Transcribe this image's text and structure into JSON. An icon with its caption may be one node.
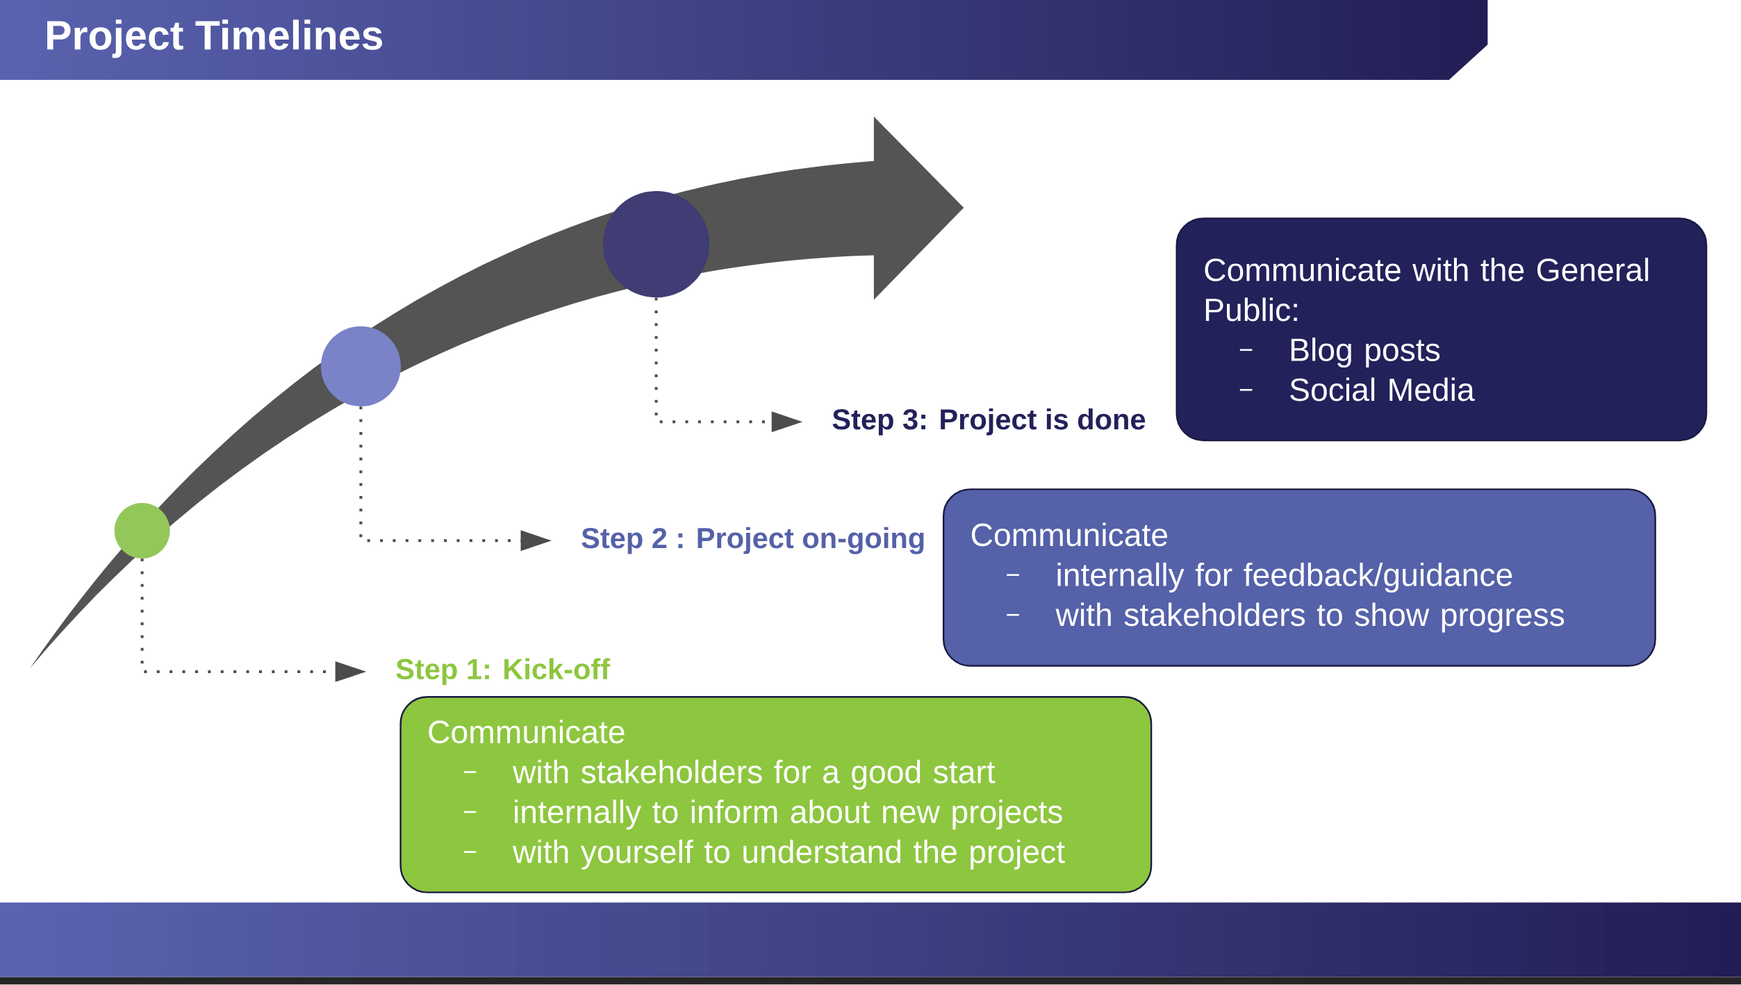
{
  "diagram": {
    "title": "Project Timelines",
    "nodes": [
      {
        "text": [],
        "shape": "circle"
      },
      {
        "text": [
          "Step 3: Project is done"
        ]
      },
      {
        "text": [
          "Communicate with the General Public:",
          "Blog posts",
          "Social Media"
        ]
      },
      {
        "text": [],
        "shape": "circle"
      },
      {
        "text": [
          "Step 2 : Project on-going"
        ]
      },
      {
        "text": [
          "Communicate",
          "internally for feedback/guidance",
          "with stakeholders to show progress"
        ]
      },
      {
        "text": [],
        "shape": "circle"
      },
      {
        "text": [
          "Step 1: Kick-off"
        ]
      },
      {
        "text": [
          "Communicate",
          "with stakeholders for a good start",
          "internally to inform about new projects",
          "with yourself to understand the project"
        ]
      }
    ],
    "edges": [
      {
        "from": 0,
        "to": 1,
        "arrow": "to"
      },
      {
        "from": 3,
        "to": 4,
        "arrow": "to"
      },
      {
        "from": 6,
        "to": 7,
        "arrow": "to"
      }
    ]
  }
}
